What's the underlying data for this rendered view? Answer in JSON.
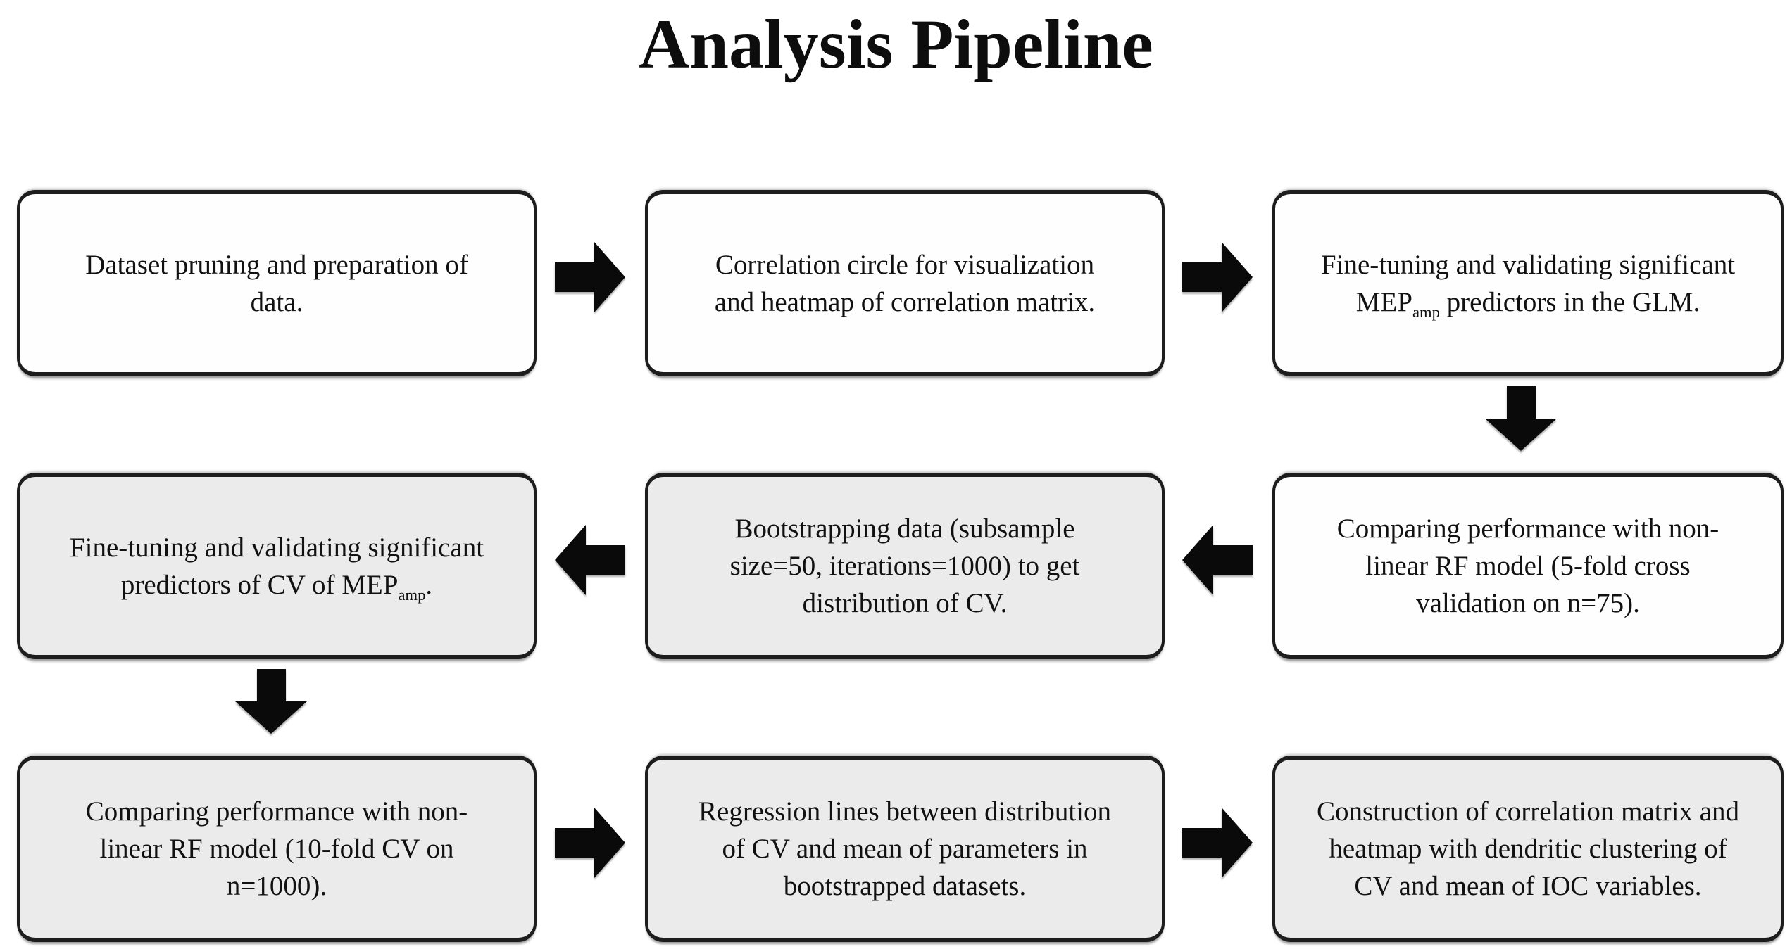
{
  "title": "Analysis Pipeline",
  "colors": {
    "background": "#ffffff",
    "box_fill_white": "#fefefe",
    "box_fill_grey": "#ebebeb",
    "box_border": "#1d1d1d",
    "arrow_fill": "#0a0a0a",
    "text": "#111111"
  },
  "boxes": [
    {
      "name": "dataset-pruning",
      "row": 1,
      "col": 1,
      "fill": "white",
      "lines": [
        [
          {
            "text": "Dataset pruning and preparation of"
          }
        ],
        [
          {
            "text": "data."
          }
        ]
      ]
    },
    {
      "name": "correlation-circle",
      "row": 1,
      "col": 2,
      "fill": "white",
      "lines": [
        [
          {
            "text": "Correlation circle for visualization"
          }
        ],
        [
          {
            "text": "and heatmap of correlation matrix."
          }
        ]
      ]
    },
    {
      "name": "glm-fine-tuning",
      "row": 1,
      "col": 3,
      "fill": "white",
      "lines": [
        [
          {
            "text": "Fine-tuning and validating significant"
          }
        ],
        [
          {
            "text": "MEP"
          },
          {
            "text": "amp",
            "sub": true
          },
          {
            "text": " predictors in the GLM."
          }
        ]
      ]
    },
    {
      "name": "rf-5fold",
      "row": 2,
      "col": 3,
      "fill": "white",
      "lines": [
        [
          {
            "text": "Comparing performance with non-"
          }
        ],
        [
          {
            "text": "linear RF model (5-fold cross"
          }
        ],
        [
          {
            "text": "validation on n=75)."
          }
        ]
      ]
    },
    {
      "name": "bootstrapping",
      "row": 2,
      "col": 2,
      "fill": "grey",
      "lines": [
        [
          {
            "text": "Bootstrapping data (subsample"
          }
        ],
        [
          {
            "text": "size=50, iterations=1000) to get"
          }
        ],
        [
          {
            "text": "distribution of CV."
          }
        ]
      ]
    },
    {
      "name": "cv-fine-tuning",
      "row": 2,
      "col": 1,
      "fill": "grey",
      "lines": [
        [
          {
            "text": "Fine-tuning and validating significant"
          }
        ],
        [
          {
            "text": "predictors of CV of MEP"
          },
          {
            "text": "amp",
            "sub": true
          },
          {
            "text": "."
          }
        ]
      ]
    },
    {
      "name": "rf-10fold",
      "row": 3,
      "col": 1,
      "fill": "grey",
      "lines": [
        [
          {
            "text": "Comparing performance with non-"
          }
        ],
        [
          {
            "text": "linear RF model (10-fold CV on"
          }
        ],
        [
          {
            "text": "n=1000)."
          }
        ]
      ]
    },
    {
      "name": "regression-lines",
      "row": 3,
      "col": 2,
      "fill": "grey",
      "lines": [
        [
          {
            "text": "Regression lines between distribution"
          }
        ],
        [
          {
            "text": "of CV and mean of parameters in"
          }
        ],
        [
          {
            "text": "bootstrapped datasets."
          }
        ]
      ]
    },
    {
      "name": "correlation-matrix",
      "row": 3,
      "col": 3,
      "fill": "grey",
      "lines": [
        [
          {
            "text": "Construction of correlation matrix and"
          }
        ],
        [
          {
            "text": "heatmap with dendritic clustering of"
          }
        ],
        [
          {
            "text": "CV and mean of IOC variables."
          }
        ]
      ]
    }
  ],
  "arrows": [
    {
      "from": "dataset-pruning",
      "to": "correlation-circle",
      "direction": "right"
    },
    {
      "from": "correlation-circle",
      "to": "glm-fine-tuning",
      "direction": "right"
    },
    {
      "from": "glm-fine-tuning",
      "to": "rf-5fold",
      "direction": "down"
    },
    {
      "from": "rf-5fold",
      "to": "bootstrapping",
      "direction": "left"
    },
    {
      "from": "bootstrapping",
      "to": "cv-fine-tuning",
      "direction": "left"
    },
    {
      "from": "cv-fine-tuning",
      "to": "rf-10fold",
      "direction": "down"
    },
    {
      "from": "rf-10fold",
      "to": "regression-lines",
      "direction": "right"
    },
    {
      "from": "regression-lines",
      "to": "correlation-matrix",
      "direction": "right"
    }
  ]
}
